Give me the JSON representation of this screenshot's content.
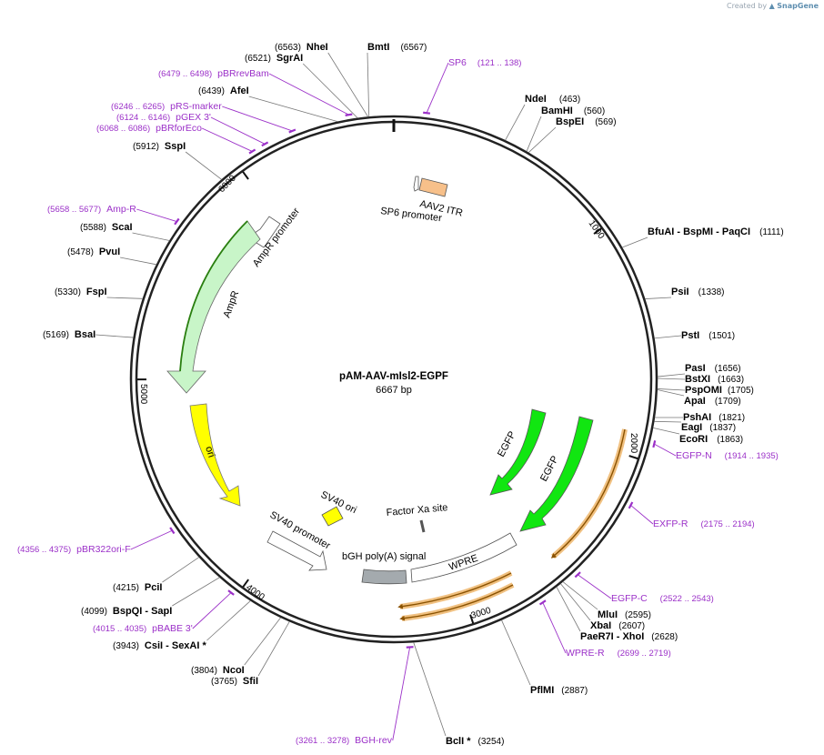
{
  "credit": {
    "prefix": "Created by",
    "brand": "SnapGene"
  },
  "plasmid": {
    "name": "pAM-AAV-mIsl2-EGPF",
    "length_label": "6667 bp",
    "length": 6667
  },
  "ticks": [
    "1000",
    "2000",
    "3000",
    "4000",
    "5000",
    "6000"
  ],
  "enzymes": [
    {
      "name": "NheI",
      "pos": "(6563)",
      "at": 6563
    },
    {
      "name": "BmtI",
      "pos": "(6567)",
      "at": 6567
    },
    {
      "name": "SgrAI",
      "pos": "(6521)",
      "at": 6521
    },
    {
      "name": "AfeI",
      "pos": "(6439)",
      "at": 6439
    },
    {
      "name": "SspI",
      "pos": "(5912)",
      "at": 5912
    },
    {
      "name": "ScaI",
      "pos": "(5588)",
      "at": 5588
    },
    {
      "name": "PvuI",
      "pos": "(5478)",
      "at": 5478
    },
    {
      "name": "FspI",
      "pos": "(5330)",
      "at": 5330
    },
    {
      "name": "BsaI",
      "pos": "(5169)",
      "at": 5169
    },
    {
      "name": "PciI",
      "pos": "(4215)",
      "at": 4215
    },
    {
      "name": "BspQI - SapI",
      "pos": "(4099)",
      "at": 4099
    },
    {
      "name": "CsiI - SexAI *",
      "pos": "(3943)",
      "at": 3943
    },
    {
      "name": "NcoI",
      "pos": "(3804)",
      "at": 3804
    },
    {
      "name": "SfiI",
      "pos": "(3765)",
      "at": 3765
    },
    {
      "name": "BclI *",
      "pos": "(3254)",
      "at": 3254
    },
    {
      "name": "PflMI",
      "pos": "(2887)",
      "at": 2887
    },
    {
      "name": "PaeR7I - XhoI",
      "pos": "(2628)",
      "at": 2628
    },
    {
      "name": "XbaI",
      "pos": "(2607)",
      "at": 2607
    },
    {
      "name": "MluI",
      "pos": "(2595)",
      "at": 2595
    },
    {
      "name": "EcoRI",
      "pos": "(1863)",
      "at": 1863
    },
    {
      "name": "EagI",
      "pos": "(1837)",
      "at": 1837
    },
    {
      "name": "PshAI",
      "pos": "(1821)",
      "at": 1821
    },
    {
      "name": "ApaI",
      "pos": "(1709)",
      "at": 1709
    },
    {
      "name": "PspOMI",
      "pos": "(1705)",
      "at": 1705
    },
    {
      "name": "BstXI",
      "pos": "(1663)",
      "at": 1663
    },
    {
      "name": "PasI",
      "pos": "(1656)",
      "at": 1656
    },
    {
      "name": "PstI",
      "pos": "(1501)",
      "at": 1501
    },
    {
      "name": "PsiI",
      "pos": "(1338)",
      "at": 1338
    },
    {
      "name": "BfuAI - BspMI - PaqCI",
      "pos": "(1111)",
      "at": 1111
    },
    {
      "name": "BspEI",
      "pos": "(569)",
      "at": 569
    },
    {
      "name": "BamHI",
      "pos": "(560)",
      "at": 560
    },
    {
      "name": "NdeI",
      "pos": "(463)",
      "at": 463
    }
  ],
  "primers": [
    {
      "name": "SP6",
      "pos": "(121 .. 138)",
      "at": 130
    },
    {
      "name": "pBRrevBam",
      "pos": "(6479 .. 6498)",
      "at": 6488
    },
    {
      "name": "pRS-marker",
      "pos": "(6246 .. 6265)",
      "at": 6255
    },
    {
      "name": "pGEX 3'",
      "pos": "(6124 .. 6146)",
      "at": 6135
    },
    {
      "name": "pBRforEco",
      "pos": "(6068 .. 6086)",
      "at": 6077
    },
    {
      "name": "Amp-R",
      "pos": "(5658 .. 5677)",
      "at": 5667
    },
    {
      "name": "pBR322ori-F",
      "pos": "(4356 .. 4375)",
      "at": 4365
    },
    {
      "name": "pBABE 3'",
      "pos": "(4015 .. 4035)",
      "at": 4025
    },
    {
      "name": "BGH-rev",
      "pos": "(3261 .. 3278)",
      "at": 3270
    },
    {
      "name": "WPRE-R",
      "pos": "(2699 .. 2719)",
      "at": 2709
    },
    {
      "name": "EGFP-C",
      "pos": "(2522 .. 2543)",
      "at": 2532
    },
    {
      "name": "EXFP-R",
      "pos": "(2175 .. 2194)",
      "at": 2185
    },
    {
      "name": "EGFP-N",
      "pos": "(1914 .. 1935)",
      "at": 1925
    }
  ],
  "features": [
    "AAV2 ITR",
    "SP6 promoter",
    "AmpR promoter",
    "AmpR",
    "ori",
    "SV40 ori",
    "SV40 promoter",
    "bGH poly(A) signal",
    "Factor Xa site",
    "WPRE",
    "EGFP",
    "EGFP"
  ],
  "colors": {
    "backbone": "#222222",
    "primer": "#9b30c8",
    "egfp": "#11e611",
    "ampr": "#c8f5c8",
    "ori": "#ffff00",
    "itr": "#f7c08a",
    "polyA": "#a4aaae",
    "cds_highlight": "#f0c080"
  }
}
